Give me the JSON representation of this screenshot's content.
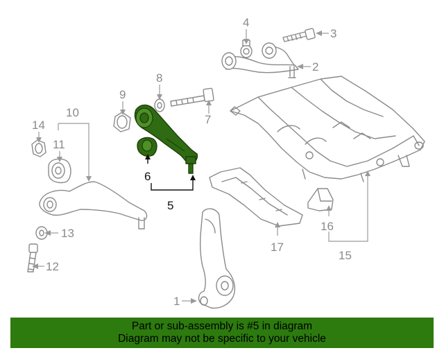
{
  "callouts": {
    "n1": "1",
    "n2": "2",
    "n3": "3",
    "n4": "4",
    "n5": "5",
    "n6": "6",
    "n7": "7",
    "n8": "8",
    "n9": "9",
    "n10": "10",
    "n11": "11",
    "n12": "12",
    "n13": "13",
    "n14": "14",
    "n15": "15",
    "n16": "16",
    "n17": "17"
  },
  "banner": {
    "line1": "Part or sub-assembly is #5 in diagram",
    "line2": "Diagram may not be specific to your vehicle"
  },
  "colors": {
    "highlight": "#2f6b12",
    "banner": "#2d7a0e",
    "linework": "#8a8a8a"
  }
}
